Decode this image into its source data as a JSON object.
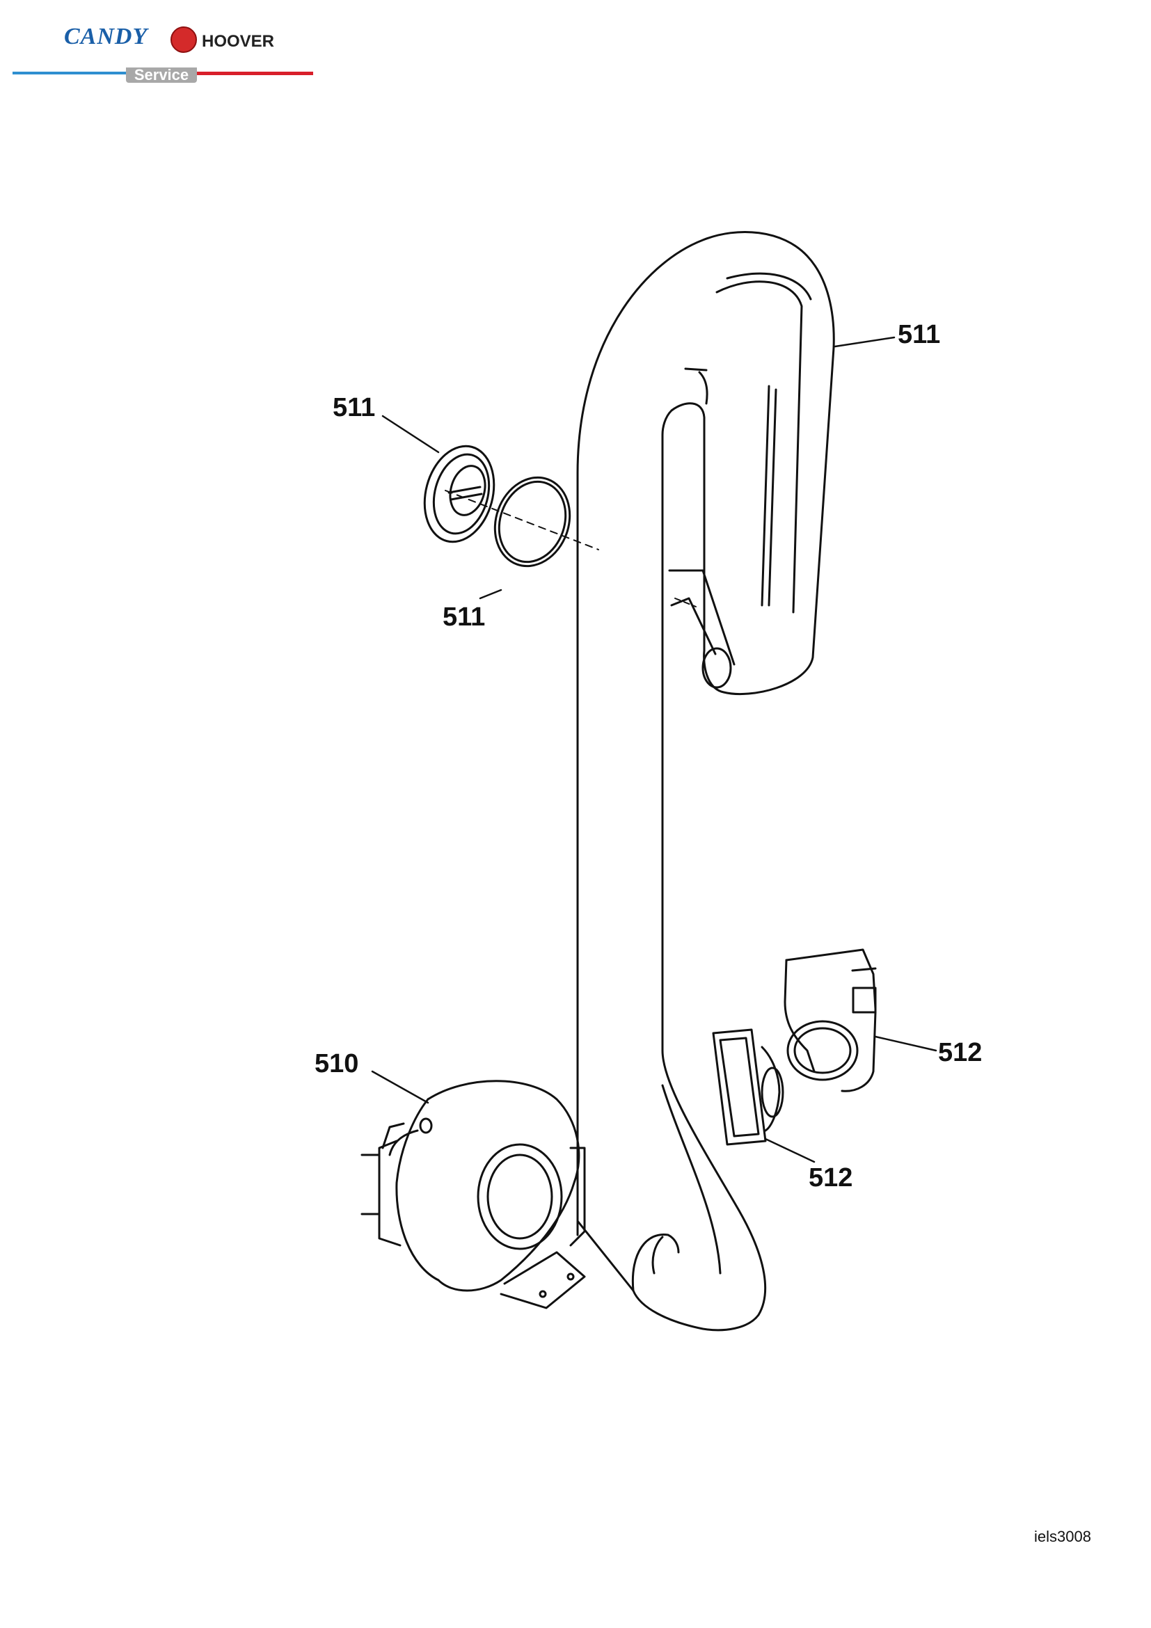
{
  "header": {
    "brand_candy": "CANDY",
    "brand_hoover": "HOOVER",
    "service_label": "Service",
    "colors": {
      "candy_blue": "#1a5fa8",
      "hoover_red": "#d42a2a",
      "rule_blue": "#2f8fd0",
      "rule_red": "#d81f2a"
    }
  },
  "callouts": {
    "duct_top": "511",
    "cap_left": "511",
    "seal_ring": "511",
    "motor": "510",
    "nozzle_upper": "512",
    "nozzle_lower": "512"
  },
  "footer": {
    "document_code": "iels3008"
  }
}
